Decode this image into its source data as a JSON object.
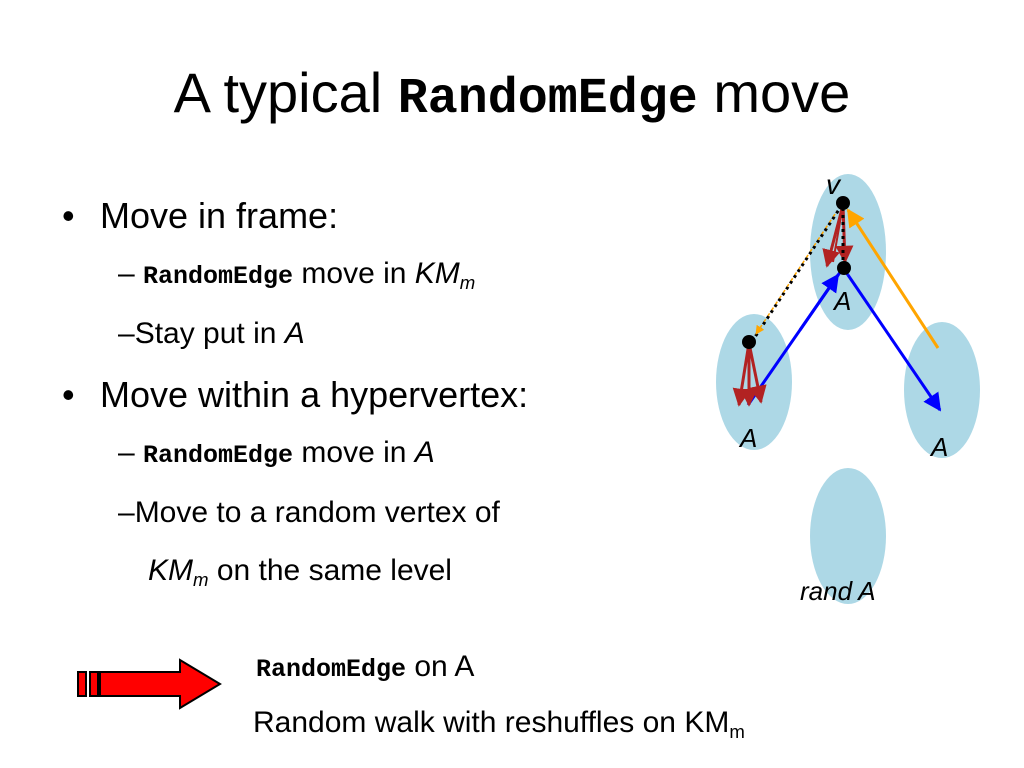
{
  "title": {
    "prefix": "A typical ",
    "code": "RandomEdge",
    "suffix": " move"
  },
  "bullets": [
    {
      "text": "Move in frame:",
      "subs": [
        {
          "dash": "–",
          "code": "RandomEdge",
          "text": " move in ",
          "math": "KM",
          "math_sub": "m"
        },
        {
          "dash": "–",
          "text": "Stay put in ",
          "math": "A"
        }
      ]
    },
    {
      "text": "Move within a hypervertex:",
      "subs": [
        {
          "dash": "–",
          "code": "RandomEdge",
          "text": " move in ",
          "math": "A"
        },
        {
          "dash": "–",
          "text": "Move to a random vertex of"
        }
      ],
      "continuation": {
        "math": "KM",
        "math_sub": "m",
        "text": " on the same level"
      }
    }
  ],
  "diagram": {
    "labels": {
      "v": "v",
      "a_top": "A",
      "a_left": "A",
      "a_right": "A",
      "rand_a": "rand A"
    },
    "colors": {
      "ellipse": "#add8e6",
      "blue": "#0000ff",
      "red": "#b22222",
      "orange": "#ffa500",
      "dotted": "#000000"
    }
  },
  "bottom": {
    "line1": {
      "code": "RandomEdge",
      "text": " on A"
    },
    "line2": {
      "text": "Random walk with reshuffles on KM",
      "sub": "m"
    }
  },
  "arrow_color": "#ff0000"
}
